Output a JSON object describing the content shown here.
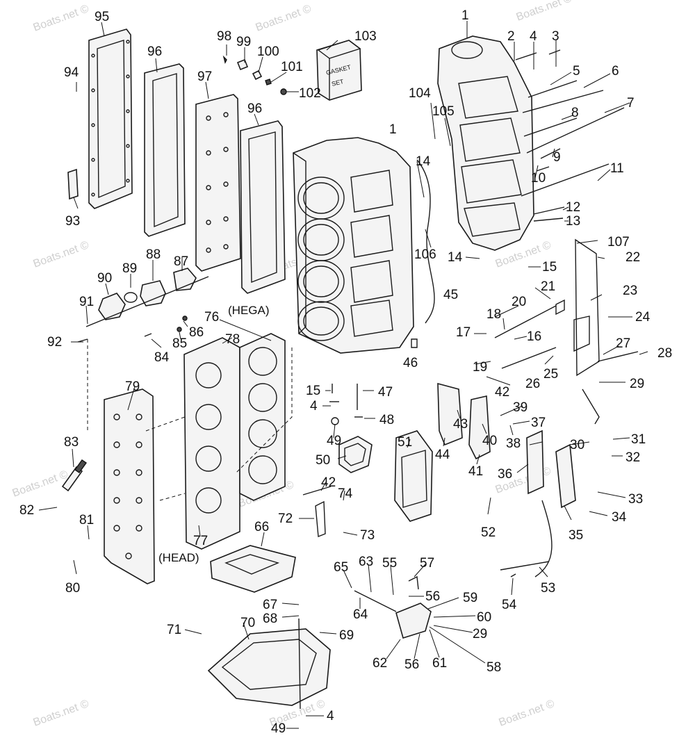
{
  "watermark": "Boats.net ©",
  "captions": {
    "hega": "(HEGA)",
    "head": "(HEAD)"
  },
  "kit_box": {
    "line1": "GASKET",
    "line2": "SET"
  },
  "callouts": {
    "c1a": "1",
    "c1b": "1",
    "c2": "2",
    "c3": "3",
    "c4a": "4",
    "c4b": "4",
    "c4c": "4",
    "c5": "5",
    "c6": "6",
    "c7": "7",
    "c8": "8",
    "c9": "9",
    "c10": "10",
    "c11": "11",
    "c12": "12",
    "c13": "13",
    "c14a": "14",
    "c14b": "14",
    "c15a": "15",
    "c15b": "15",
    "c16": "16",
    "c17": "17",
    "c18": "18",
    "c19": "19",
    "c20": "20",
    "c21": "21",
    "c22": "22",
    "c23": "23",
    "c24": "24",
    "c25": "25",
    "c26": "26",
    "c27": "27",
    "c28": "28",
    "c29a": "29",
    "c29b": "29",
    "c30": "30",
    "c31": "31",
    "c32": "32",
    "c33": "33",
    "c34": "34",
    "c35": "35",
    "c36": "36",
    "c37": "37",
    "c38": "38",
    "c39": "39",
    "c40": "40",
    "c41": "41",
    "c42a": "42",
    "c42b": "42",
    "c43": "43",
    "c44": "44",
    "c45": "45",
    "c46": "46",
    "c47": "47",
    "c48": "48",
    "c49a": "49",
    "c49b": "49",
    "c50": "50",
    "c51": "51",
    "c52": "52",
    "c53": "53",
    "c54": "54",
    "c55": "55",
    "c56a": "56",
    "c56b": "56",
    "c57": "57",
    "c58": "58",
    "c59": "59",
    "c60": "60",
    "c61": "61",
    "c62": "62",
    "c63": "63",
    "c64": "64",
    "c65": "65",
    "c66": "66",
    "c67": "67",
    "c68": "68",
    "c69": "69",
    "c70": "70",
    "c71": "71",
    "c72": "72",
    "c73": "73",
    "c74": "74",
    "c76": "76",
    "c77": "77",
    "c78": "78",
    "c79": "79",
    "c80": "80",
    "c81": "81",
    "c82": "82",
    "c83": "83",
    "c84": "84",
    "c85": "85",
    "c86": "86",
    "c87": "87",
    "c88": "88",
    "c89": "89",
    "c90": "90",
    "c91": "91",
    "c92": "92",
    "c93": "93",
    "c94": "94",
    "c95": "95",
    "c96a": "96",
    "c96b": "96",
    "c97": "97",
    "c98": "98",
    "c99": "99",
    "c100": "100",
    "c101": "101",
    "c102": "102",
    "c103": "103",
    "c104": "104",
    "c105": "105",
    "c106": "106",
    "c107": "107"
  }
}
